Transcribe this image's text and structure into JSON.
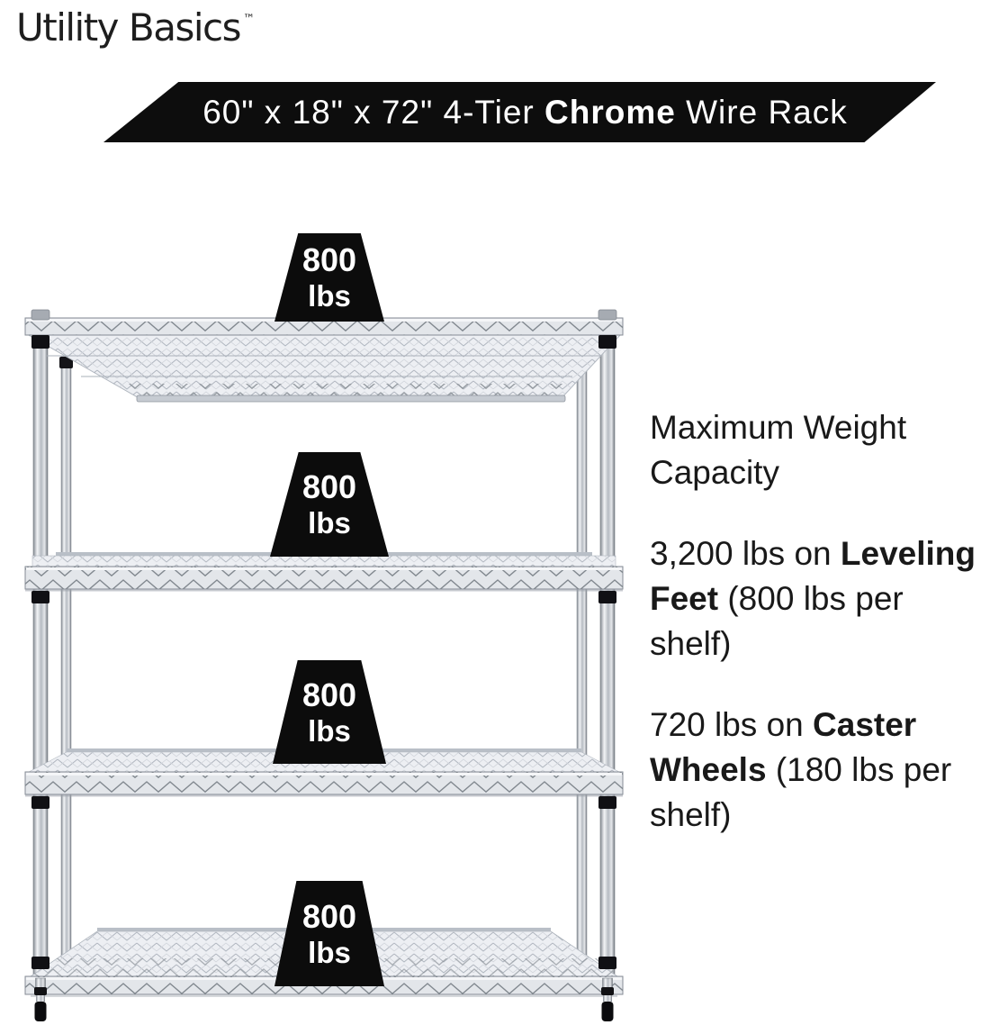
{
  "brand": {
    "name": "Utility Basics",
    "trademark": "™"
  },
  "banner": {
    "bg_color": "#0d0d0d",
    "text_color": "#ffffff",
    "runs": [
      {
        "t": "60\" x 18\" x 72\" 4-Tier ",
        "b": false
      },
      {
        "t": "Chrome",
        "b": true
      },
      {
        "t": " Wire Rack",
        "b": false
      }
    ]
  },
  "rack_illustration": {
    "name": "chrome-wire-rack-4-tier",
    "tiers": 4,
    "chrome_color": "#c6cbd2",
    "accent_black": "#0d0d0d"
  },
  "weights": [
    {
      "value": "800",
      "unit": "lbs"
    },
    {
      "value": "800",
      "unit": "lbs"
    },
    {
      "value": "800",
      "unit": "lbs"
    },
    {
      "value": "800",
      "unit": "lbs"
    }
  ],
  "info": {
    "heading": "Maximum Weight Capacity",
    "paragraphs": [
      {
        "lines": [
          [
            {
              "t": "3,200 lbs on ",
              "b": false
            },
            {
              "t": "Leveling",
              "b": true
            }
          ],
          [
            {
              "t": "Feet",
              "b": true
            },
            {
              "t": " (800 lbs per",
              "b": false
            }
          ],
          [
            {
              "t": "shelf)",
              "b": false
            }
          ]
        ]
      },
      {
        "lines": [
          [
            {
              "t": "720 lbs on ",
              "b": false
            },
            {
              "t": "Caster",
              "b": true
            }
          ],
          [
            {
              "t": "Wheels",
              "b": true
            },
            {
              "t": " (180 lbs per",
              "b": false
            }
          ],
          [
            {
              "t": "shelf)",
              "b": false
            }
          ]
        ]
      }
    ]
  },
  "colors": {
    "text": "#1a1a1a",
    "weight_badge_bg": "#0c0c0c"
  }
}
